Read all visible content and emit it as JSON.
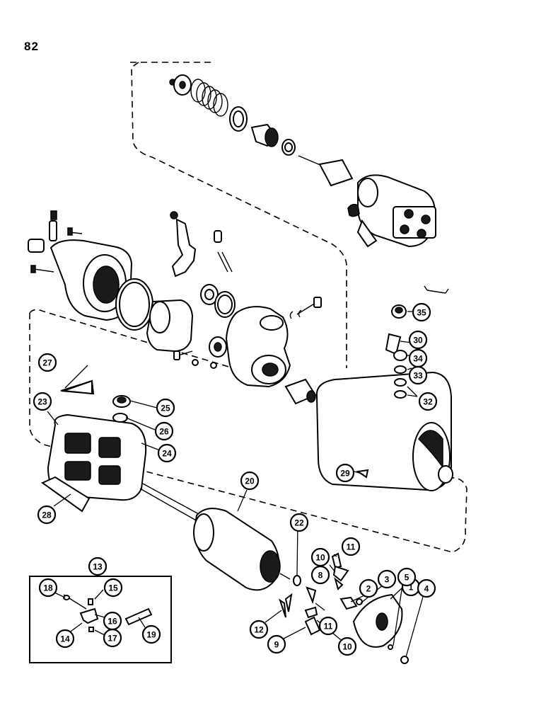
{
  "page_number": "82",
  "callouts": [
    {
      "id": "c1",
      "label": "1"
    },
    {
      "id": "c2",
      "label": "2"
    },
    {
      "id": "c3",
      "label": "3"
    },
    {
      "id": "c4",
      "label": "4"
    },
    {
      "id": "c5",
      "label": "5"
    },
    {
      "id": "c8",
      "label": "8"
    },
    {
      "id": "c9",
      "label": "9"
    },
    {
      "id": "c10a",
      "label": "10"
    },
    {
      "id": "c10b",
      "label": "10"
    },
    {
      "id": "c11a",
      "label": "11"
    },
    {
      "id": "c11b",
      "label": "11"
    },
    {
      "id": "c12",
      "label": "12"
    },
    {
      "id": "c13",
      "label": "13"
    },
    {
      "id": "c14",
      "label": "14"
    },
    {
      "id": "c15",
      "label": "15"
    },
    {
      "id": "c16",
      "label": "16"
    },
    {
      "id": "c17",
      "label": "17"
    },
    {
      "id": "c18",
      "label": "18"
    },
    {
      "id": "c19",
      "label": "19"
    },
    {
      "id": "c20",
      "label": "20"
    },
    {
      "id": "c22",
      "label": "22"
    },
    {
      "id": "c23",
      "label": "23"
    },
    {
      "id": "c24",
      "label": "24"
    },
    {
      "id": "c25",
      "label": "25"
    },
    {
      "id": "c26",
      "label": "26"
    },
    {
      "id": "c27",
      "label": "27"
    },
    {
      "id": "c28",
      "label": "28"
    },
    {
      "id": "c29",
      "label": "29"
    },
    {
      "id": "c30",
      "label": "30"
    },
    {
      "id": "c32",
      "label": "32"
    },
    {
      "id": "c33",
      "label": "33"
    },
    {
      "id": "c34",
      "label": "34"
    },
    {
      "id": "c35",
      "label": "35"
    }
  ]
}
